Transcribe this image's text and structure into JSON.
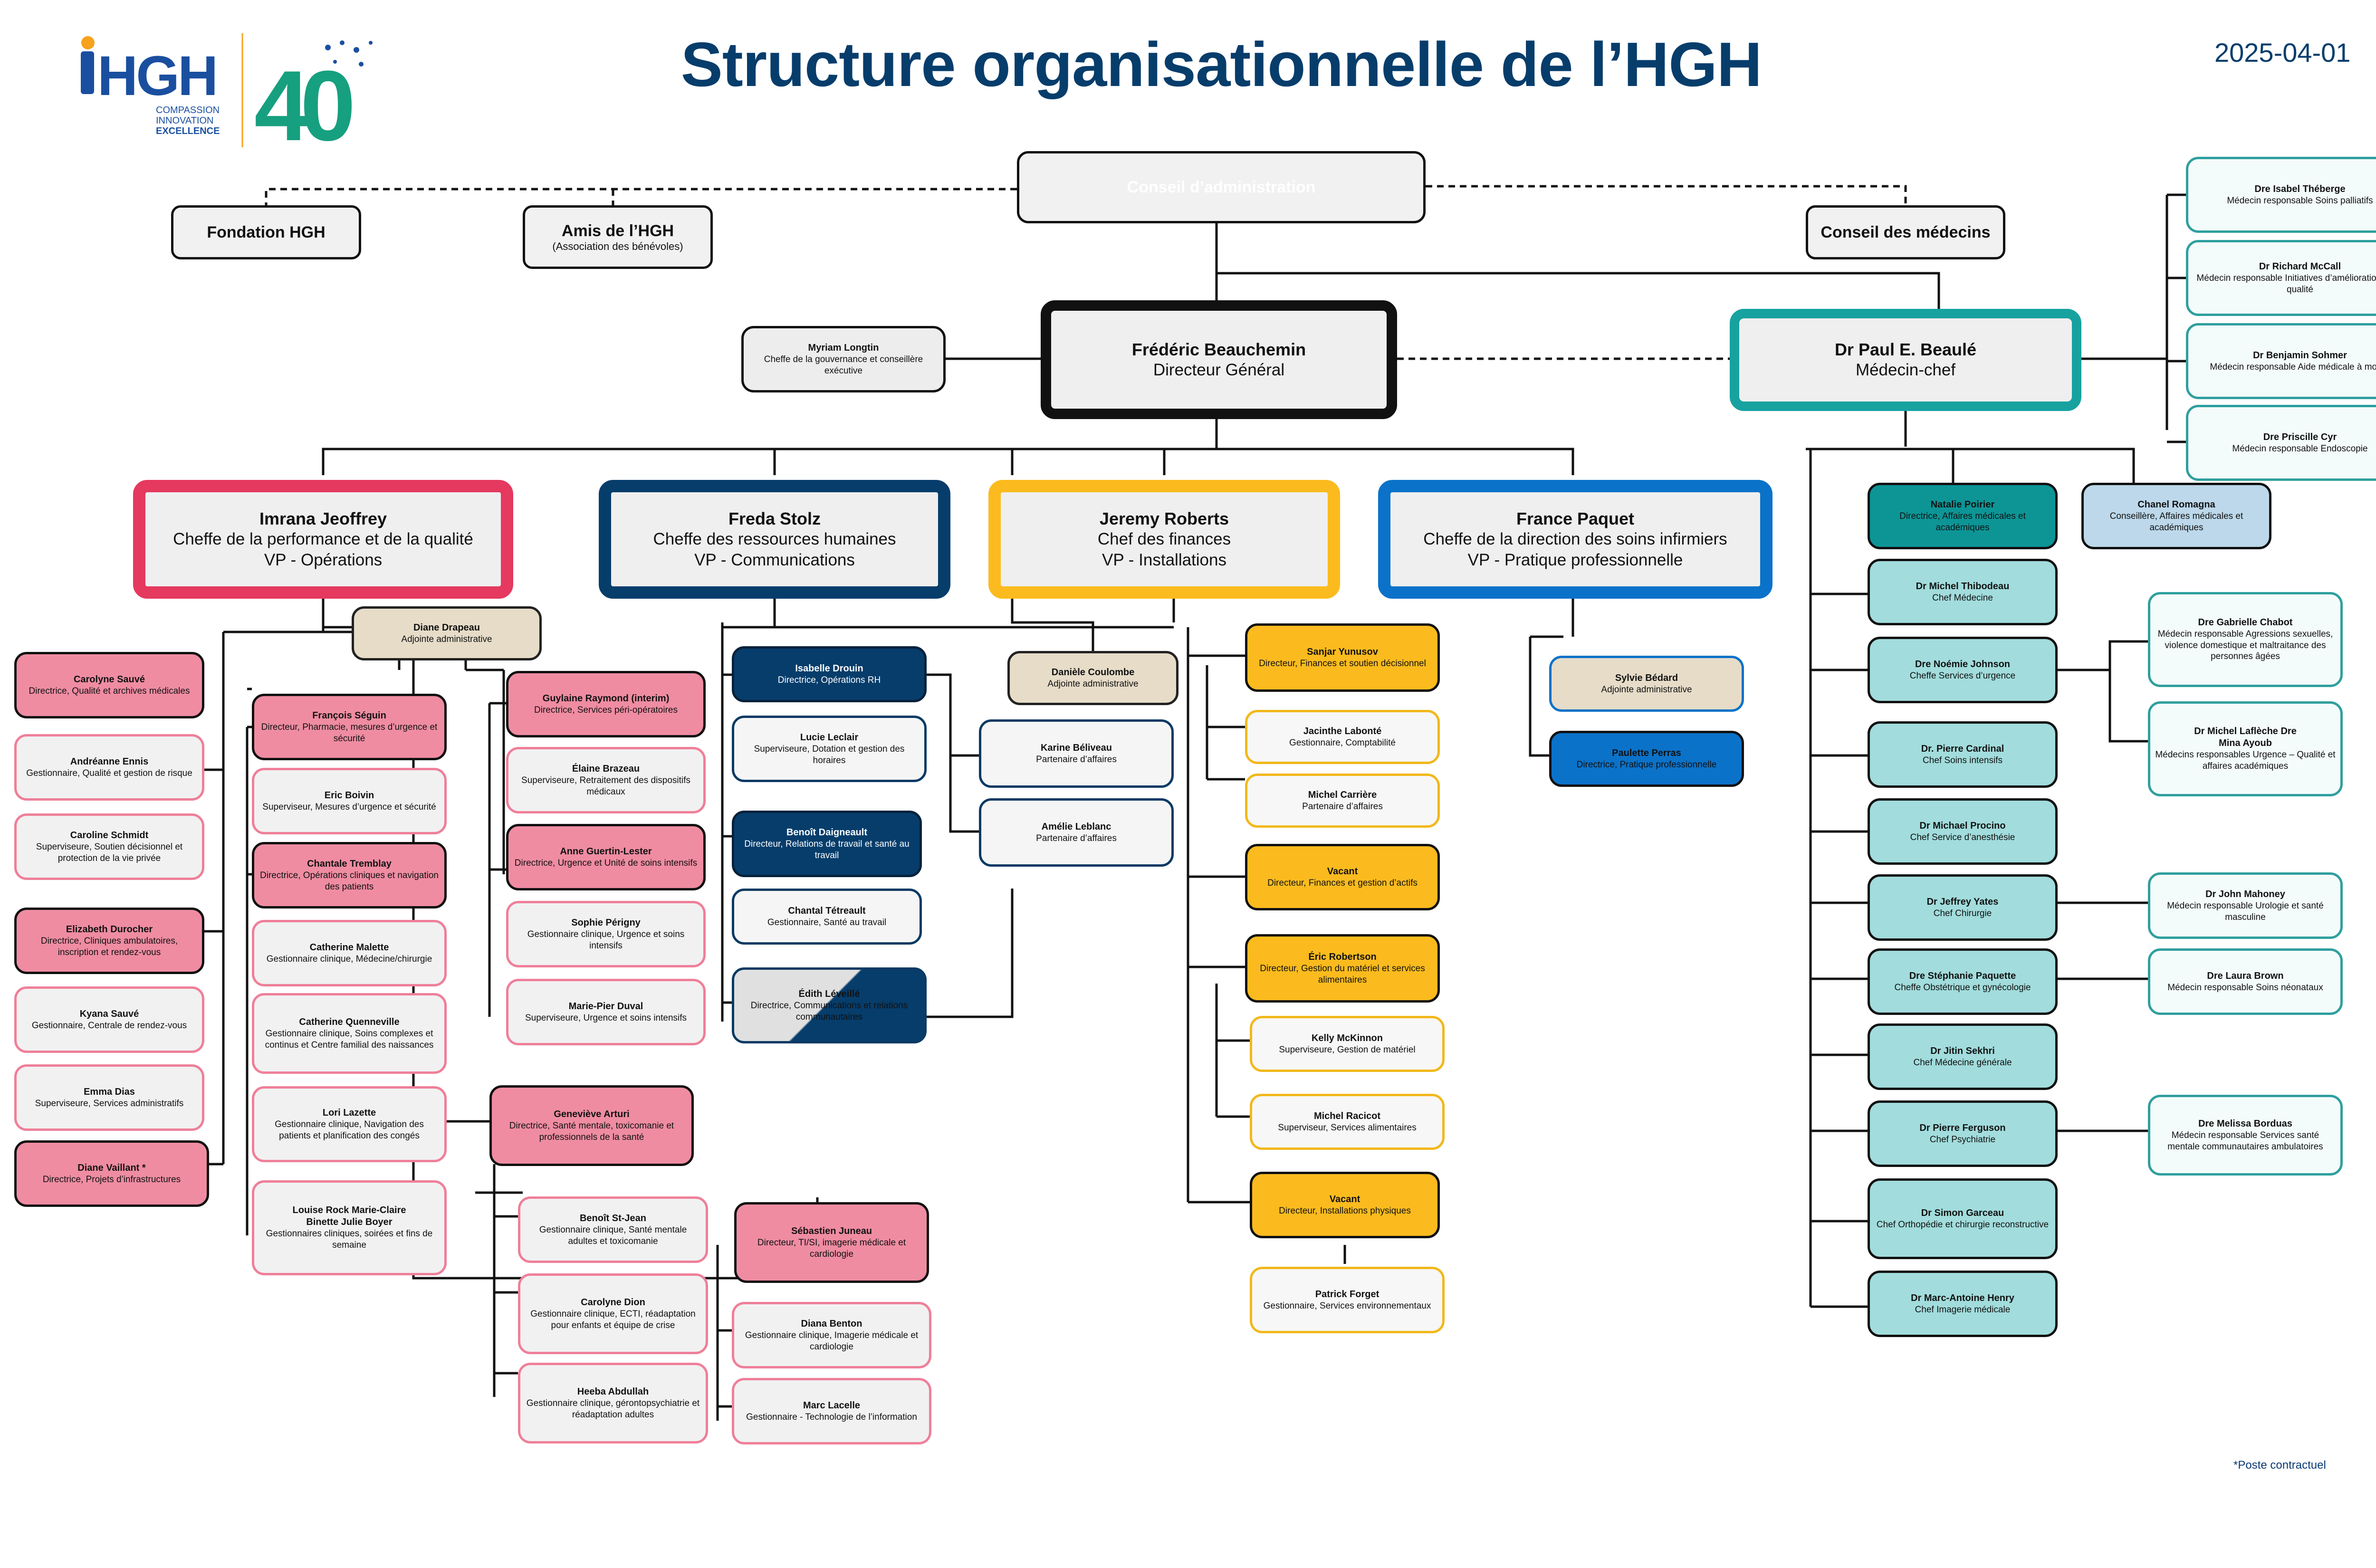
{
  "title": "Structure organisationnelle de l’HGH",
  "date": "2025-04-01",
  "note": "*Poste contractuel",
  "logo": {
    "brand": "HGH",
    "tagline": [
      "COMPASSION",
      "INNOVATION",
      "EXCELLENCE"
    ],
    "anniversary": "40"
  },
  "colors": {
    "navy": "#073d6b",
    "pink": "#e83e67",
    "yellow": "#fbbb1e",
    "blue": "#0b72c9",
    "teal": "#16a09e"
  },
  "board": {
    "name": "Conseil d’administration"
  },
  "fondation": {
    "name": "Fondation HGH"
  },
  "amis": {
    "name": "Amis de l’HGH",
    "title": "(Association des bénévoles)"
  },
  "conseil_medecins": {
    "name": "Conseil des médecins"
  },
  "ceo": {
    "name": "Frédéric Beauchemin",
    "title": "Directeur Général"
  },
  "ceo_assistant": {
    "name": "Myriam Longtin",
    "title": "Cheffe de la gouvernance et conseillère exécutive"
  },
  "chief_md": {
    "name": "Dr Paul E. Beaulé",
    "title": "Médecin-chef"
  },
  "med_leads": [
    {
      "name": "Dre Isabel Théberge",
      "title": "Médecin responsable Soins palliatifs"
    },
    {
      "name": "Dr Richard McCall",
      "title": "Médecin responsable Initiatives d’amélioration de la qualité"
    },
    {
      "name": "Dr Benjamin Sohmer",
      "title": "Médecin responsable Aide médicale à mourir"
    },
    {
      "name": "Dre Priscille Cyr",
      "title": "Médecin responsable Endoscopie"
    }
  ],
  "vps": [
    {
      "name": "Imrana Jeoffrey",
      "title": "Cheffe de la performance et de la qualité",
      "vp": "VP - Opérations"
    },
    {
      "name": "Freda Stolz",
      "title": "Cheffe des ressources humaines",
      "vp": "VP - Communications"
    },
    {
      "name": "Jeremy Roberts",
      "title": "Chef des finances",
      "vp": "VP - Installations"
    },
    {
      "name": "France Paquet",
      "title": "Cheffe de la direction des soins infirmiers",
      "vp": "VP - Pratique professionnelle"
    }
  ],
  "ops": {
    "assistant": {
      "name": "Diane Drapeau",
      "title": "Adjointe administrative"
    },
    "col1": [
      {
        "name": "Carolyne Sauvé",
        "title": "Directrice, Qualité et archives médicales"
      },
      {
        "name": "Andréanne Ennis",
        "title": "Gestionnaire, Qualité et gestion de risque"
      },
      {
        "name": "Caroline Schmidt",
        "title": "Superviseure, Soutien décisionnel et protection de la vie privée"
      },
      {
        "name": "Elizabeth Durocher",
        "title": "Directrice, Cliniques ambulatoires, inscription et rendez-vous"
      },
      {
        "name": "Kyana Sauvé",
        "title": "Gestionnaire, Centrale de rendez-vous"
      },
      {
        "name": "Emma Dias",
        "title": "Superviseure, Services administratifs"
      },
      {
        "name": "Diane Vaillant *",
        "title": "Directrice, Projets d’infrastructures"
      }
    ],
    "col2": [
      {
        "name": "François Séguin",
        "title": "Directeur, Pharmacie, mesures d’urgence et sécurité"
      },
      {
        "name": "Eric Boivin",
        "title": "Superviseur, Mesures d’urgence et sécurité"
      },
      {
        "name": "Chantale Tremblay",
        "title": "Directrice, Opérations cliniques et navigation des patients"
      },
      {
        "name": "Catherine Malette",
        "title": "Gestionnaire clinique, Médecine/chirurgie"
      },
      {
        "name": "Catherine Quenneville",
        "title": "Gestionnaire clinique, Soins complexes et continus et Centre familial des naissances"
      },
      {
        "name": "Lori Lazette",
        "title": "Gestionnaire clinique, Navigation des patients et planification des congés"
      },
      {
        "name": "Louise Rock Marie-Claire Binette Julie Boyer",
        "title": "Gestionnaires cliniques, soirées et fins de semaine"
      }
    ],
    "col3": [
      {
        "name": "Guylaine Raymond (interim)",
        "title": "Directrice, Services péri-opératoires"
      },
      {
        "name": "Élaine Brazeau",
        "title": "Superviseure, Retraitement des dispositifs médicaux"
      },
      {
        "name": "Anne Guertin-Lester",
        "title": "Directrice, Urgence et Unité de soins intensifs"
      },
      {
        "name": "Sophie Périgny",
        "title": "Gestionnaire clinique, Urgence et soins intensifs"
      },
      {
        "name": "Marie-Pier Duval",
        "title": "Superviseure, Urgence et soins intensifs"
      }
    ],
    "mental": {
      "name": "Geneviève Arturi",
      "title": "Directrice, Santé mentale, toxicomanie et professionnels de la santé"
    },
    "mental_reports": [
      {
        "name": "Benoît St-Jean",
        "title": "Gestionnaire clinique, Santé mentale adultes et toxicomanie"
      },
      {
        "name": "Carolyne Dion",
        "title": "Gestionnaire clinique, ECTI, réadaptation pour enfants et équipe de crise"
      },
      {
        "name": "Heeba Abdullah",
        "title": "Gestionnaire clinique, gérontopsychiatrie et réadaptation adultes"
      }
    ],
    "it": {
      "name": "Sébastien Juneau",
      "title": "Directeur, TI/SI, imagerie médicale et cardiologie"
    },
    "it_reports": [
      {
        "name": "Diana Benton",
        "title": "Gestionnaire clinique, Imagerie médicale et cardiologie"
      },
      {
        "name": "Marc Lacelle",
        "title": "Gestionnaire - Technologie de l’information"
      }
    ]
  },
  "hr": [
    {
      "name": "Isabelle Drouin",
      "title": "Directrice, Opérations RH"
    },
    {
      "name": "Lucie Leclair",
      "title": "Superviseure, Dotation et gestion des horaires"
    },
    {
      "name": "Benoît Daigneault",
      "title": "Directeur, Relations de travail et santé au travail"
    },
    {
      "name": "Chantal Tétreault",
      "title": "Gestionnaire, Santé au travail"
    },
    {
      "name": "Édith Léveillé",
      "title": "Directrice, Communications et relations communautaires"
    }
  ],
  "fin": {
    "assistant": {
      "name": "Danièle Coulombe",
      "title": "Adjointe administrative"
    },
    "partners": [
      {
        "name": "Karine Béliveau",
        "title": "Partenaire d’affaires"
      },
      {
        "name": "Amélie Leblanc",
        "title": "Partenaire d’affaires"
      }
    ],
    "list": [
      {
        "name": "Sanjar Yunusov",
        "title": "Directeur, Finances et soutien décisionnel"
      },
      {
        "name": "Jacinthe Labonté",
        "title": "Gestionnaire, Comptabilité"
      },
      {
        "name": "Michel Carrière",
        "title": "Partenaire d’affaires"
      },
      {
        "name": "Vacant",
        "title": "Directeur, Finances et gestion d’actifs"
      },
      {
        "name": "Éric Robertson",
        "title": "Directeur, Gestion du matériel et services alimentaires"
      },
      {
        "name": "Kelly McKinnon",
        "title": "Superviseure, Gestion de matériel"
      },
      {
        "name": "Michel Racicot",
        "title": "Superviseur, Services alimentaires"
      },
      {
        "name": "Vacant",
        "title": "Directeur, Installations physiques"
      },
      {
        "name": "Patrick Forget",
        "title": "Gestionnaire, Services environnementaux"
      }
    ]
  },
  "nursing": [
    {
      "name": "Sylvie Bédard",
      "title": "Adjointe administrative"
    },
    {
      "name": "Paulette Perras",
      "title": "Directrice, Pratique professionnelle"
    }
  ],
  "medical": {
    "natalie": {
      "name": "Natalie Poirier",
      "title": "Directrice, Affaires médicales et académiques"
    },
    "chanel": {
      "name": "Chanel Romagna",
      "title": "Conseillère, Affaires médicales et académiques"
    },
    "chiefs": [
      {
        "name": "Dr Michel Thibodeau",
        "title": "Chef Médecine"
      },
      {
        "name": "Dre Noémie Johnson",
        "title": "Cheffe Services d’urgence"
      },
      {
        "name": "Dr. Pierre Cardinal",
        "title": "Chef Soins intensifs"
      },
      {
        "name": "Dr Michael Procino",
        "title": "Chef Service d’anesthésie"
      },
      {
        "name": "Dr Jeffrey Yates",
        "title": "Chef Chirurgie"
      },
      {
        "name": "Dre Stéphanie Paquette",
        "title": "Cheffe Obstétrique et gynécologie"
      },
      {
        "name": "Dr Jitin Sekhri",
        "title": "Chef Médecine générale"
      },
      {
        "name": "Dr Pierre Ferguson",
        "title": "Chef Psychiatrie"
      },
      {
        "name": "Dr Simon Garceau",
        "title": "Chef Orthopédie et chirurgie reconstructive"
      },
      {
        "name": "Dr Marc-Antoine Henry",
        "title": "Chef Imagerie médicale"
      }
    ],
    "subs": [
      {
        "name": "Dre Gabrielle Chabot",
        "title": "Médecin responsable Agressions sexuelles, violence domestique et maltraitance des personnes âgées"
      },
      {
        "name": "Dr Michel Laflèche Dre Mina Ayoub",
        "title": "Médecins responsables Urgence – Qualité et affaires académiques"
      },
      {
        "name": "Dr John Mahoney",
        "title": "Médecin responsable Urologie et santé masculine"
      },
      {
        "name": "Dre Laura Brown",
        "title": "Médecin responsable Soins néonataux"
      },
      {
        "name": "Dre Melissa Borduas",
        "title": "Médecin responsable Services santé mentale communautaires ambulatoires"
      }
    ]
  }
}
